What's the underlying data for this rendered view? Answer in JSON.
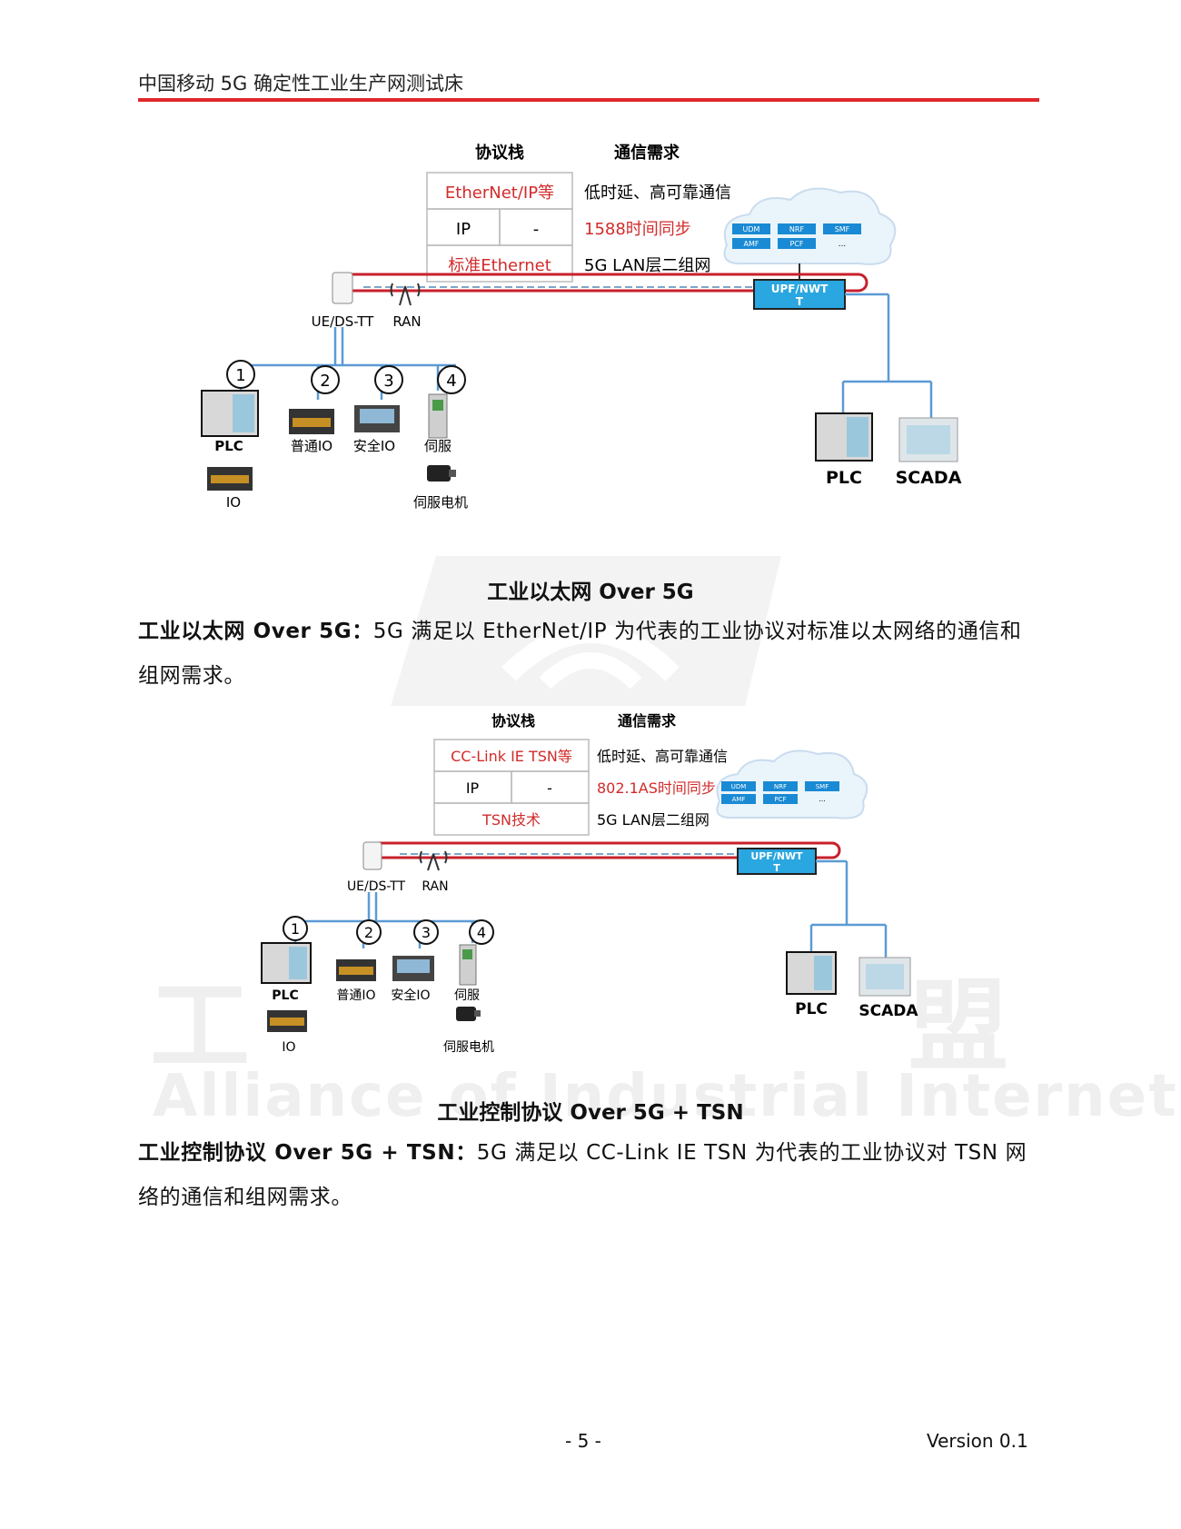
{
  "header": {
    "title": "中国移动 5G 确定性工业生产网测试床"
  },
  "figure1": {
    "col_protocol": "协议栈",
    "col_comm": "通信需求",
    "rows": [
      {
        "proto": "EtherNet/IP等",
        "proto2": "",
        "comm": "低时延、高可靠通信",
        "red_comm": false
      },
      {
        "proto": "IP",
        "proto2": "-",
        "comm": "1588时间同步",
        "red_comm": true
      },
      {
        "proto": "标准Ethernet",
        "proto2": "",
        "comm": "5G LAN层二组网",
        "red_comm": false
      }
    ],
    "cloud": [
      "UDM",
      "NRF",
      "SMF",
      "AMF",
      "PCF",
      "..."
    ],
    "upf": "UPF/NWT",
    "upf2": "T",
    "ue": "UE/DS-TT",
    "ran": "RAN",
    "nums": [
      "1",
      "2",
      "3",
      "4"
    ],
    "dev": {
      "plc": "PLC",
      "io_common": "普通IO",
      "io_safe": "安全IO",
      "servo": "伺服",
      "io": "IO",
      "motor": "伺服电机"
    },
    "right": {
      "plc": "PLC",
      "scada": "SCADA"
    }
  },
  "caption1": "工业以太网 Over 5G",
  "para1": {
    "bold": "工业以太网 Over 5G",
    "sep": "：",
    "text": "5G 满足以 EtherNet/IP 为代表的工业协议对标准以太网络的通信和组网需求。"
  },
  "figure2": {
    "col_protocol": "协议栈",
    "col_comm": "通信需求",
    "rows": [
      {
        "proto": "CC-Link IE TSN等",
        "proto2": "",
        "comm": "低时延、高可靠通信",
        "red_comm": false
      },
      {
        "proto": "IP",
        "proto2": "-",
        "comm": "802.1AS时间同步",
        "red_comm": true
      },
      {
        "proto": "TSN技术",
        "proto2": "",
        "comm": "5G LAN层二组网",
        "red_comm": false
      }
    ],
    "cloud": [
      "UDM",
      "NRF",
      "SMF",
      "AMF",
      "PCF",
      "..."
    ],
    "upf": "UPF/NWT",
    "upf2": "T",
    "ue": "UE/DS-TT",
    "ran": "RAN",
    "nums": [
      "1",
      "2",
      "3",
      "4"
    ],
    "dev": {
      "plc": "PLC",
      "io_common": "普通IO",
      "io_safe": "安全IO",
      "servo": "伺服",
      "io": "IO",
      "motor": "伺服电机"
    },
    "right": {
      "plc": "PLC",
      "scada": "SCADA"
    }
  },
  "caption2": "工业控制协议 Over 5G + TSN",
  "para2": {
    "bold": "工业控制协议 Over 5G + TSN",
    "sep": "：",
    "text": "5G 满足以 CC-Link IE TSN 为代表的工业协议对 TSN 网络的通信和组网需求。"
  },
  "watermark": {
    "left_char": "工",
    "right_char": "盟",
    "text": "Alliance of Industrial Internet"
  },
  "footer": {
    "page": "- 5 -",
    "version": "Version 0.1"
  }
}
